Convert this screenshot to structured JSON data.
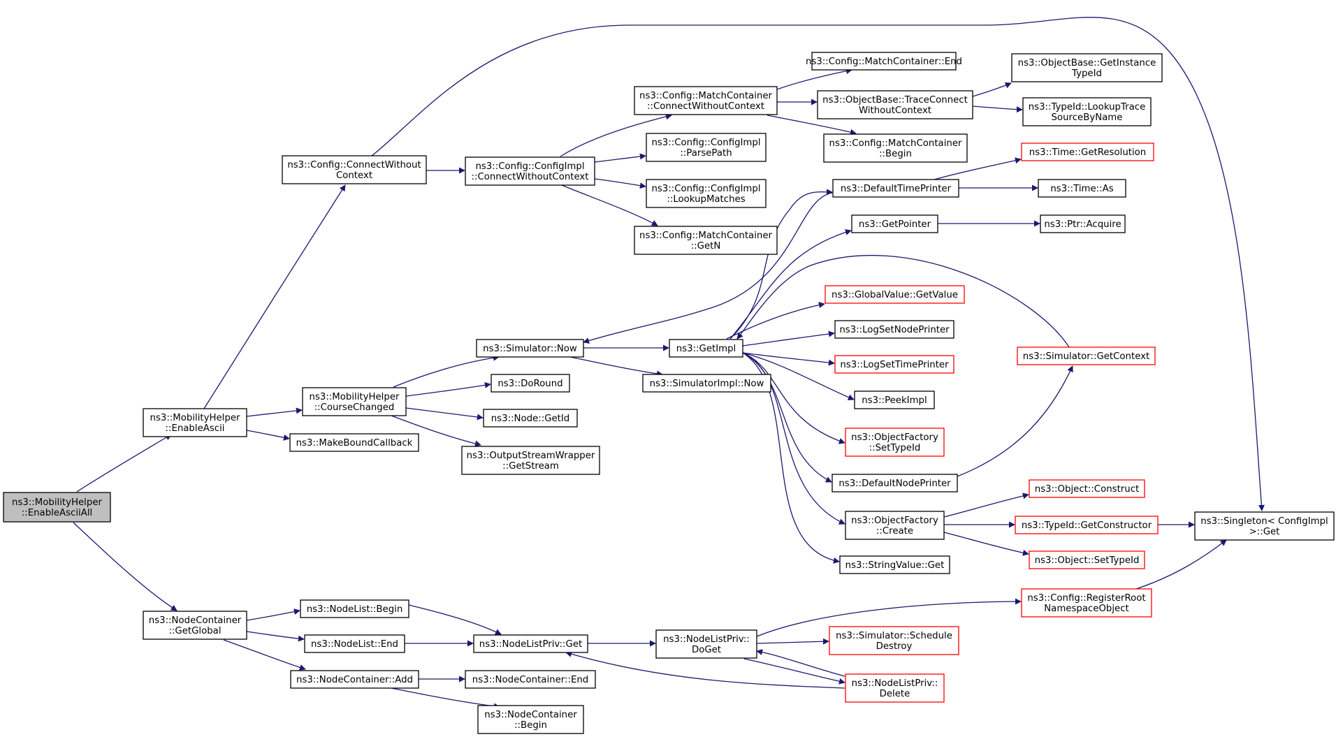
{
  "colors": {
    "edge": "#191970",
    "node_border": "#000000",
    "truncated_border": "#ff0000",
    "root_fill": "#bfbfbf",
    "node_fill": "#ffffff"
  },
  "nodes": [
    {
      "id": "enableAsciiAll",
      "lines": [
        "ns3::MobilityHelper",
        "::EnableAsciiAll"
      ],
      "root": true
    },
    {
      "id": "enableAscii",
      "lines": [
        "ns3::MobilityHelper",
        "::EnableAscii"
      ]
    },
    {
      "id": "getGlobal",
      "lines": [
        "ns3::NodeContainer",
        "::GetGlobal"
      ]
    },
    {
      "id": "configConnectWithout",
      "lines": [
        "ns3::Config::ConnectWithout",
        "Context"
      ]
    },
    {
      "id": "courseChanged",
      "lines": [
        "ns3::MobilityHelper",
        "::CourseChanged"
      ]
    },
    {
      "id": "makeBoundCallback",
      "lines": [
        "ns3::MakeBoundCallback"
      ]
    },
    {
      "id": "nodeListBegin",
      "lines": [
        "ns3::NodeList::Begin"
      ]
    },
    {
      "id": "nodeListEnd",
      "lines": [
        "ns3::NodeList::End"
      ]
    },
    {
      "id": "nodeContainerAdd",
      "lines": [
        "ns3::NodeContainer::Add"
      ]
    },
    {
      "id": "configImplConnect",
      "lines": [
        "ns3::Config::ConfigImpl",
        "::ConnectWithoutContext"
      ]
    },
    {
      "id": "simulatorNow",
      "lines": [
        "ns3::Simulator::Now"
      ]
    },
    {
      "id": "doRound",
      "lines": [
        "ns3::DoRound"
      ]
    },
    {
      "id": "nodeGetId",
      "lines": [
        "ns3::Node::GetId"
      ]
    },
    {
      "id": "outputStreamGet",
      "lines": [
        "ns3::OutputStreamWrapper",
        "::GetStream"
      ]
    },
    {
      "id": "nodeListPrivGet",
      "lines": [
        "ns3::NodeListPriv::Get"
      ]
    },
    {
      "id": "nodeContainerEnd",
      "lines": [
        "ns3::NodeContainer::End"
      ]
    },
    {
      "id": "nodeContainerBegin",
      "lines": [
        "ns3::NodeContainer",
        "::Begin"
      ]
    },
    {
      "id": "matchConnect",
      "lines": [
        "ns3::Config::MatchContainer",
        "::ConnectWithoutContext"
      ]
    },
    {
      "id": "parsePath",
      "lines": [
        "ns3::Config::ConfigImpl",
        "::ParsePath"
      ]
    },
    {
      "id": "lookupMatches",
      "lines": [
        "ns3::Config::ConfigImpl",
        "::LookupMatches"
      ]
    },
    {
      "id": "matchGetN",
      "lines": [
        "ns3::Config::MatchContainer",
        "::GetN"
      ]
    },
    {
      "id": "getImpl",
      "lines": [
        "ns3::GetImpl"
      ]
    },
    {
      "id": "simImplNow",
      "lines": [
        "ns3::SimulatorImpl::Now"
      ]
    },
    {
      "id": "nodeListPrivDoGet",
      "lines": [
        "ns3::NodeListPriv::",
        "DoGet"
      ]
    },
    {
      "id": "matchEnd",
      "lines": [
        "ns3::Config::MatchContainer::End"
      ]
    },
    {
      "id": "traceConnect",
      "lines": [
        "ns3::ObjectBase::TraceConnect",
        "WithoutContext"
      ]
    },
    {
      "id": "matchBegin",
      "lines": [
        "ns3::Config::MatchContainer",
        "::Begin"
      ]
    },
    {
      "id": "defaultTimePrinter",
      "lines": [
        "ns3::DefaultTimePrinter"
      ]
    },
    {
      "id": "getPointer",
      "lines": [
        "ns3::GetPointer"
      ]
    },
    {
      "id": "globalValueGet",
      "lines": [
        "ns3::GlobalValue::GetValue"
      ],
      "truncated": true
    },
    {
      "id": "logSetNodePrinter",
      "lines": [
        "ns3::LogSetNodePrinter"
      ]
    },
    {
      "id": "logSetTimePrinter",
      "lines": [
        "ns3::LogSetTimePrinter"
      ],
      "truncated": true
    },
    {
      "id": "peekImpl",
      "lines": [
        "ns3::PeekImpl"
      ]
    },
    {
      "id": "objFactorySetTypeId",
      "lines": [
        "ns3::ObjectFactory",
        "::SetTypeId"
      ],
      "truncated": true
    },
    {
      "id": "defaultNodePrinter",
      "lines": [
        "ns3::DefaultNodePrinter"
      ]
    },
    {
      "id": "objFactoryCreate",
      "lines": [
        "ns3::ObjectFactory",
        "::Create"
      ]
    },
    {
      "id": "stringValueGet",
      "lines": [
        "ns3::StringValue::Get"
      ]
    },
    {
      "id": "scheduleDestroy",
      "lines": [
        "ns3::Simulator::Schedule",
        "Destroy"
      ],
      "truncated": true
    },
    {
      "id": "nodeListPrivDelete",
      "lines": [
        "ns3::NodeListPriv::",
        "Delete"
      ],
      "truncated": true
    },
    {
      "id": "getInstanceTypeId",
      "lines": [
        "ns3::ObjectBase::GetInstance",
        "TypeId"
      ]
    },
    {
      "id": "lookupTraceSource",
      "lines": [
        "ns3::TypeId::LookupTrace",
        "SourceByName"
      ]
    },
    {
      "id": "timeGetResolution",
      "lines": [
        "ns3::Time::GetResolution"
      ],
      "truncated": true
    },
    {
      "id": "timeAs",
      "lines": [
        "ns3::Time::As"
      ]
    },
    {
      "id": "ptrAcquire",
      "lines": [
        "ns3::Ptr::Acquire"
      ]
    },
    {
      "id": "simGetContext",
      "lines": [
        "ns3::Simulator::GetContext"
      ],
      "truncated": true
    },
    {
      "id": "objectConstruct",
      "lines": [
        "ns3::Object::Construct"
      ],
      "truncated": true
    },
    {
      "id": "typeIdGetConstructor",
      "lines": [
        "ns3::TypeId::GetConstructor"
      ],
      "truncated": true
    },
    {
      "id": "objectSetTypeId",
      "lines": [
        "ns3::Object::SetTypeId"
      ],
      "truncated": true
    },
    {
      "id": "registerRoot",
      "lines": [
        "ns3::Config::RegisterRoot",
        "NamespaceObject"
      ],
      "truncated": true
    },
    {
      "id": "singletonGet",
      "lines": [
        "ns3::Singleton< ConfigImpl",
        ">::Get"
      ]
    }
  ]
}
